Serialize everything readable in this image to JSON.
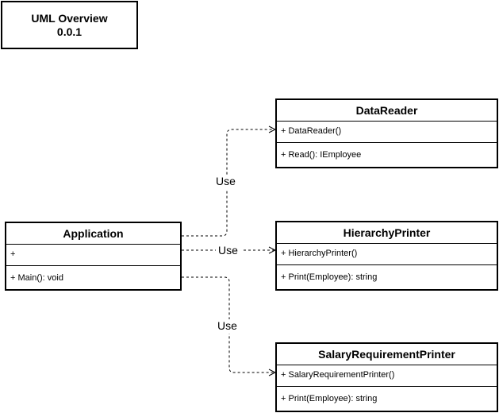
{
  "header": {
    "title": "UML Overview",
    "version": "0.0.1"
  },
  "classes": {
    "application": {
      "name": "Application",
      "attribute": "+",
      "method": "+ Main(): void"
    },
    "datareader": {
      "name": "DataReader",
      "attribute": "+ DataReader()",
      "method": "+ Read(): IEmployee"
    },
    "hierarchyprinter": {
      "name": "HierarchyPrinter",
      "attribute": "+ HierarchyPrinter()",
      "method": "+ Print(Employee): string"
    },
    "salaryprinter": {
      "name": "SalaryRequirementPrinter",
      "attribute": "+ SalaryRequirementPrinter()",
      "method": "+ Print(Employee): string"
    }
  },
  "relations": {
    "use_label_1": "Use",
    "use_label_2": "Use",
    "use_label_3": "Use"
  }
}
